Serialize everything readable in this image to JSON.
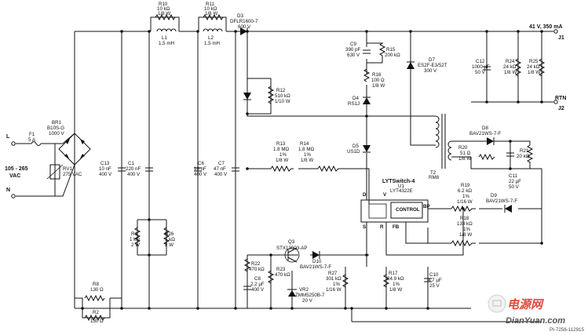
{
  "input": {
    "L": "L",
    "N": "N",
    "vin_line1": "105 - 265",
    "vin_line2": "VAC",
    "F1": {
      "ref": "F1",
      "val": "5 A"
    },
    "RV1": {
      "ref": "RV1",
      "val": "275 VAC"
    },
    "BR1": {
      "ref": "BR1",
      "part": "B10S-G",
      "val": "1000 V"
    }
  },
  "components": {
    "R10": {
      "ref": "R10",
      "v1": "10 kΩ",
      "v2": "1/8 W"
    },
    "R11": {
      "ref": "R11",
      "v1": "10 kΩ",
      "v2": "1/8 W"
    },
    "L1": {
      "ref": "L1",
      "val": "1.5 mH"
    },
    "L2": {
      "ref": "L2",
      "val": "1.5 mH"
    },
    "D3": {
      "ref": "D3",
      "part": "DFLR1600-7",
      "val": "600 V"
    },
    "C13": {
      "ref": "C13",
      "v1": "10 nF",
      "v2": "400 V"
    },
    "C1": {
      "ref": "C1",
      "v1": "220 nF",
      "v2": "400 V"
    },
    "C6": {
      "ref": "C6",
      "v1": "10 nF",
      "v2": "400 V"
    },
    "C7": {
      "ref": "C7",
      "v1": "47 nF",
      "v2": "400 V"
    },
    "R1": {
      "ref": "R1",
      "v1": "1 kΩ",
      "v2": "2 W"
    },
    "R26": {
      "ref": "R26",
      "v1": "1 kΩ",
      "v2": "2 W"
    },
    "R8": {
      "ref": "R8",
      "val": "130 Ω"
    },
    "R2": {
      "ref": "R2",
      "val": "130 Ω"
    },
    "R12": {
      "ref": "R12",
      "v1": "510 kΩ",
      "v2": "1/10 W"
    },
    "R13": {
      "ref": "R13",
      "v1": "1.8 MΩ",
      "v2": "1%",
      "v3": "1/8 W"
    },
    "R14": {
      "ref": "R14",
      "v1": "1.8 MΩ",
      "v2": "1%",
      "v3": "1/8 W"
    },
    "C9": {
      "ref": "C9",
      "v1": "390 pF",
      "v2": "630 V"
    },
    "R15": {
      "ref": "R15",
      "val": "200 kΩ"
    },
    "R16": {
      "ref": "R16",
      "v1": "100 Ω",
      "v2": "1/8 W"
    },
    "D4": {
      "ref": "D4",
      "val": "RS1J"
    },
    "D5": {
      "ref": "D5",
      "val": "US1D"
    },
    "D7": {
      "ref": "D7",
      "part": "ES2F-E3/52T",
      "val": "300 V"
    },
    "C12": {
      "ref": "C12",
      "v1": "1000 µF",
      "v2": "50 V"
    },
    "R24": {
      "ref": "R24",
      "v1": "24 kΩ",
      "v2": "1/8 W"
    },
    "R25": {
      "ref": "R25",
      "v1": "24 kΩ",
      "v2": "1/8 W"
    },
    "T2": {
      "ref": "T2",
      "val": "RM8"
    },
    "D8": {
      "ref": "D8",
      "val": "BAV21WS-7-F"
    },
    "R20": {
      "ref": "R20",
      "v1": "51 Ω",
      "v2": "1/8 W"
    },
    "R21": {
      "ref": "R21",
      "val": "20 kΩ"
    },
    "C11": {
      "ref": "C11",
      "v1": "22 µF",
      "v2": "50 V"
    },
    "U1": {
      "family": "LYTSwitch-4",
      "ref": "U1",
      "part": "LYT4322E",
      "block": "CONTROL",
      "pin_d": "D",
      "pin_v": "V",
      "pin_bp": "BP",
      "pin_s": "S",
      "pin_r": "R",
      "pin_fb": "FB"
    },
    "R19": {
      "ref": "R19",
      "v1": "6.2 kΩ",
      "v2": "1%",
      "v3": "1/16 W"
    },
    "D9": {
      "ref": "D9",
      "val": "BAV21WS-7-F"
    },
    "R18": {
      "ref": "R18",
      "v1": "133 kΩ",
      "v2": "1%",
      "v3": "1/8 W"
    },
    "Q3": {
      "ref": "Q3",
      "val": "STX13003-AP"
    },
    "D10": {
      "ref": "D10",
      "val": "BAV21WS-7-F"
    },
    "R22": {
      "ref": "R22",
      "val": "470 kΩ"
    },
    "R23": {
      "ref": "R23",
      "val": "470 kΩ"
    },
    "C8": {
      "ref": "C8",
      "v1": "2.2 µF",
      "v2": "400 V"
    },
    "VR2": {
      "ref": "VR2",
      "part": "ZMM5250B-7",
      "val": "20 V"
    },
    "R27": {
      "ref": "R27",
      "v1": "301 kΩ",
      "v2": "1%",
      "v3": "1/16 W"
    },
    "R17": {
      "ref": "R17",
      "v1": "24.9 kΩ",
      "v2": "1%",
      "v3": "1/8 W"
    },
    "C10": {
      "ref": "C10",
      "v1": "4.7 µF",
      "v2": "25 V"
    }
  },
  "output": {
    "label": "41 V, 350 mA",
    "J1": "J1",
    "rtn": "RTN",
    "J2": "J2"
  },
  "figure_id": "PI-7258-112915",
  "watermark": {
    "cn": "电源网",
    "en": "DianYuan.com"
  }
}
